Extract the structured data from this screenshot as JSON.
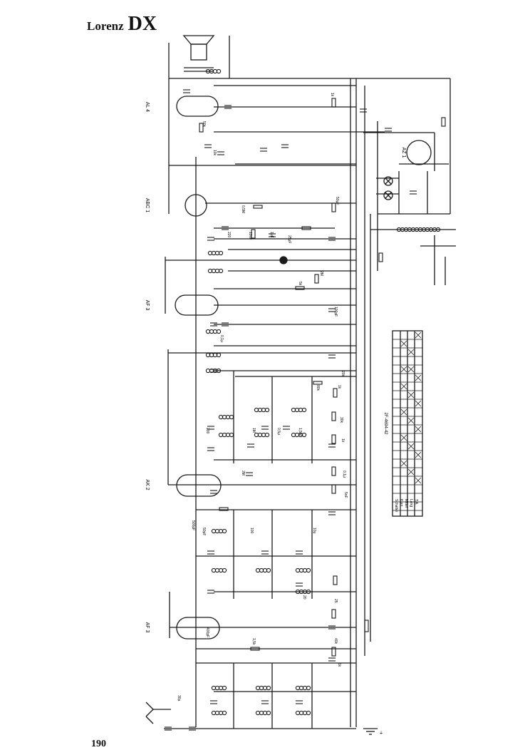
{
  "document": {
    "manufacturer": "Lorenz",
    "model": "DX",
    "page_number": "190"
  },
  "tube_labels": [
    "AL 4",
    "ABC 1",
    "AF 3",
    "AK 2",
    "AF 3",
    "AZ 1"
  ],
  "switch_table": {
    "code": "2F-4694-42",
    "rows": [
      "Schalter",
      "Kurz",
      "Mittel",
      "Lang",
      "T.A."
    ]
  },
  "component_labels": {
    "ground_symbol": "⏚",
    "values": [
      "1k",
      "50k",
      "10k",
      "0,5M",
      "50µF",
      "10nF",
      "1µF",
      "220",
      "25µF",
      "0,1µ",
      "5k",
      "2M",
      "100pF",
      "20k",
      "80k",
      "1k",
      "30k",
      "1k",
      "0,1µ",
      "5nF",
      "200",
      "1M",
      "0,5µ",
      "1,5M",
      "2M",
      "50pF",
      "100",
      "10µ",
      "500pF",
      "20",
      "25",
      "400pF",
      "1,5k",
      "40k",
      "1k",
      "30µ"
    ]
  },
  "colors": {
    "ink": "#1a1a1a",
    "paper": "#ffffff"
  }
}
